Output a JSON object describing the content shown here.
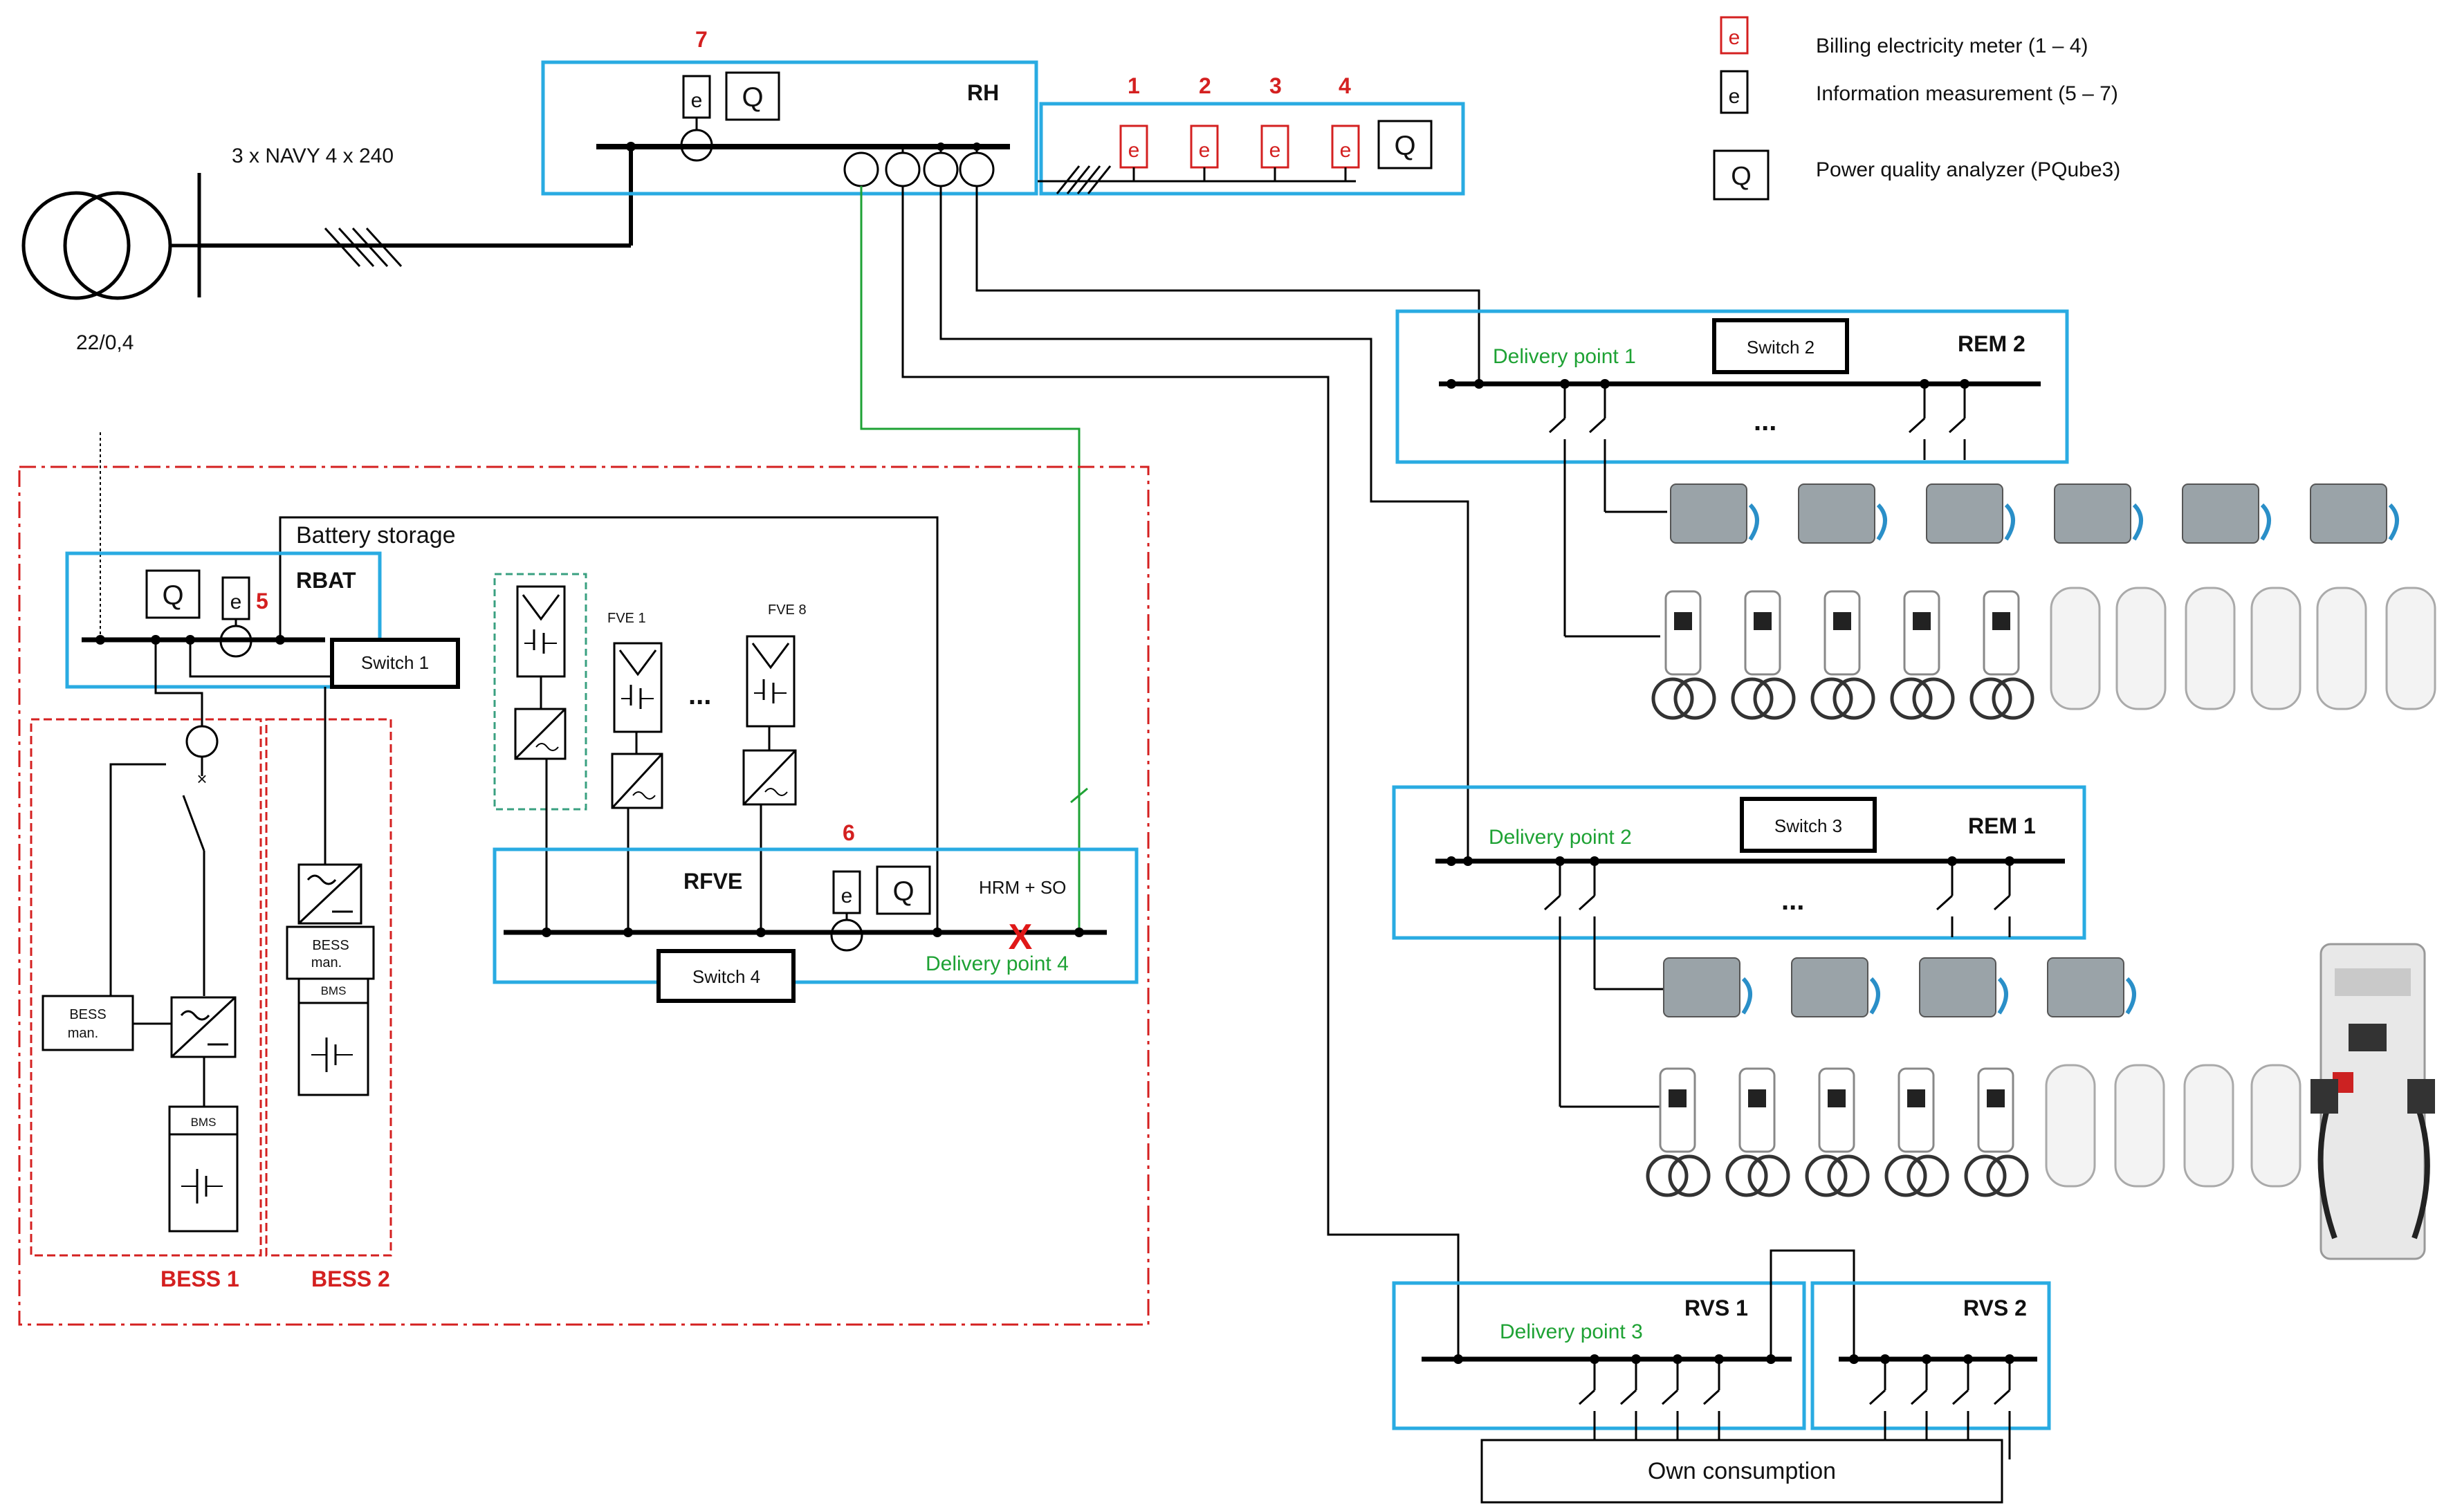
{
  "colors": {
    "panel_border": "#29abe2",
    "red_accent": "#d42020",
    "green_accent": "#1ea234",
    "line": "#000000",
    "teal_dash": "#3aa080"
  },
  "legend": {
    "billing": "Billing electricity meter (1 – 4)",
    "info": "Information measurement (5 – 7)",
    "pq": "Power quality analyzer (PQube3)"
  },
  "transformer": {
    "ratio": "22/0,4",
    "cable": "3 x NAVY 4 x 240"
  },
  "meter_symbol": "e",
  "pq_symbol": "Q",
  "rh": {
    "name": "RH",
    "meter_num": "7"
  },
  "billing_meters": [
    "1",
    "2",
    "3",
    "4"
  ],
  "rbat": {
    "name": "RBAT",
    "meter_num": "5",
    "battery_storage": "Battery storage",
    "switch": "Switch 1"
  },
  "bess": {
    "bess1": "BESS 1",
    "bess2": "BESS 2",
    "bess_man_1": "BESS",
    "bess_man_2": "man.",
    "bms": "BMS"
  },
  "rfve": {
    "name": "RFVE",
    "meter_num": "6",
    "hrm": "HRM + SO",
    "delivery": "Delivery point 4",
    "switch": "Switch 4",
    "fve1": "FVE 1",
    "fve8": "FVE 8",
    "ellipsis": "...",
    "cross": "X"
  },
  "rem2": {
    "name": "REM 2",
    "delivery": "Delivery point 1",
    "switch": "Switch 2",
    "ellipsis": "..."
  },
  "rem1": {
    "name": "REM 1",
    "delivery": "Delivery point 2",
    "switch": "Switch 3",
    "ellipsis": "..."
  },
  "rvs1": {
    "name": "RVS 1",
    "delivery": "Delivery point 3"
  },
  "rvs2": {
    "name": "RVS 2"
  },
  "own_consumption": "Own consumption"
}
